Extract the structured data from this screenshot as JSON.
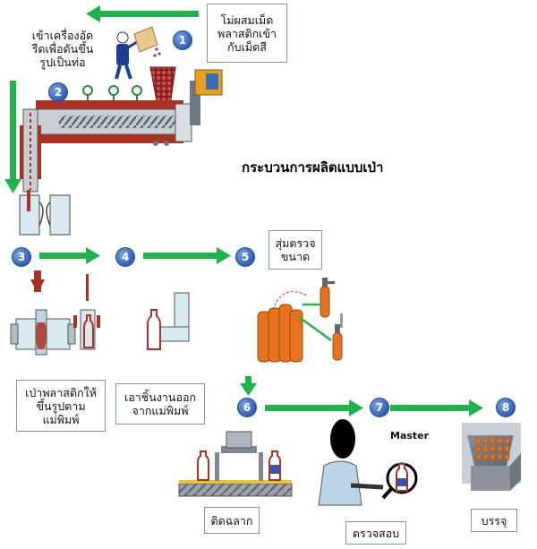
{
  "title": "กระบวนการผลิตแบบเป่า",
  "master_label": "Master",
  "steps": [
    {
      "number": "1",
      "label": "โม่ผสมเม็ด\nพลาสติกเข้า\nกับเม็ดสี"
    },
    {
      "number": "2",
      "label": "เข้าเครื่องอัด\nรีดเพื่อดันขึ้น\nรูปเป็นท่อ"
    },
    {
      "number": "3",
      "label": "เป่าพลาสติกให้\nขึ้นรูปตาม\nแม่พิมพ์"
    },
    {
      "number": "4",
      "label": "เอาชิ้นงานออก\nจากแม่พิมพ์"
    },
    {
      "number": "5",
      "label": "สุ่มตรวจ\nขนาด"
    },
    {
      "number": "6",
      "label": "ติดฉลาก"
    },
    {
      "number": "7",
      "label": "ตรวจสอบ"
    },
    {
      "number": "8",
      "label": "บรรจุ"
    }
  ],
  "colors": {
    "arrow": "#22b14c",
    "step_badge": "#2f5fae",
    "heater": "#a93226",
    "bottle_orange": "#e8731e",
    "box_border": "#7f97a8",
    "mold_blue": "#d6eaf0"
  },
  "icons": [
    "worker-icon",
    "extruder-icon",
    "mold-icon",
    "bottle-icon",
    "gas-cylinder-icon",
    "labeling-machine-icon",
    "inspector-icon",
    "magnifier-icon",
    "packing-box-icon"
  ]
}
